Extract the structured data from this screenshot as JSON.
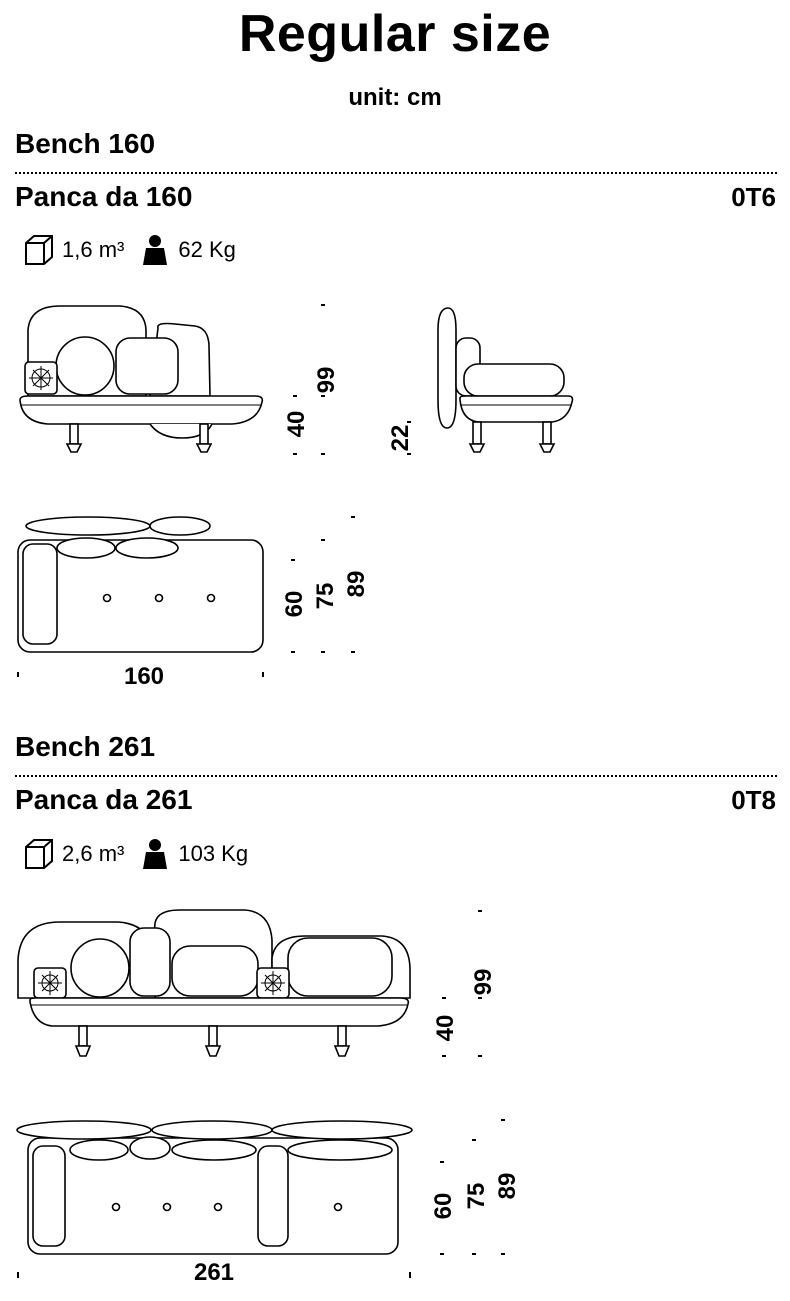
{
  "header": {
    "title": "Regular size",
    "unit": "unit: cm"
  },
  "sections": [
    {
      "name_en": "Bench 160",
      "name_it": "Panca da 160",
      "code": "0T6",
      "volume": "1,6 m³",
      "weight": "62 Kg",
      "dims": {
        "height": "99",
        "seat_height": "40",
        "arm_height": "22",
        "depth_a": "60",
        "depth_b": "75",
        "depth_c": "89",
        "width": "160"
      }
    },
    {
      "name_en": "Bench 261",
      "name_it": "Panca da 261",
      "code": "0T8",
      "volume": "2,6 m³",
      "weight": "103 Kg",
      "dims": {
        "height": "99",
        "seat_height": "40",
        "depth_a": "60",
        "depth_b": "75",
        "depth_c": "89",
        "width": "261"
      }
    }
  ],
  "icons": {
    "volume": "cube-icon",
    "weight": "weight-icon"
  }
}
